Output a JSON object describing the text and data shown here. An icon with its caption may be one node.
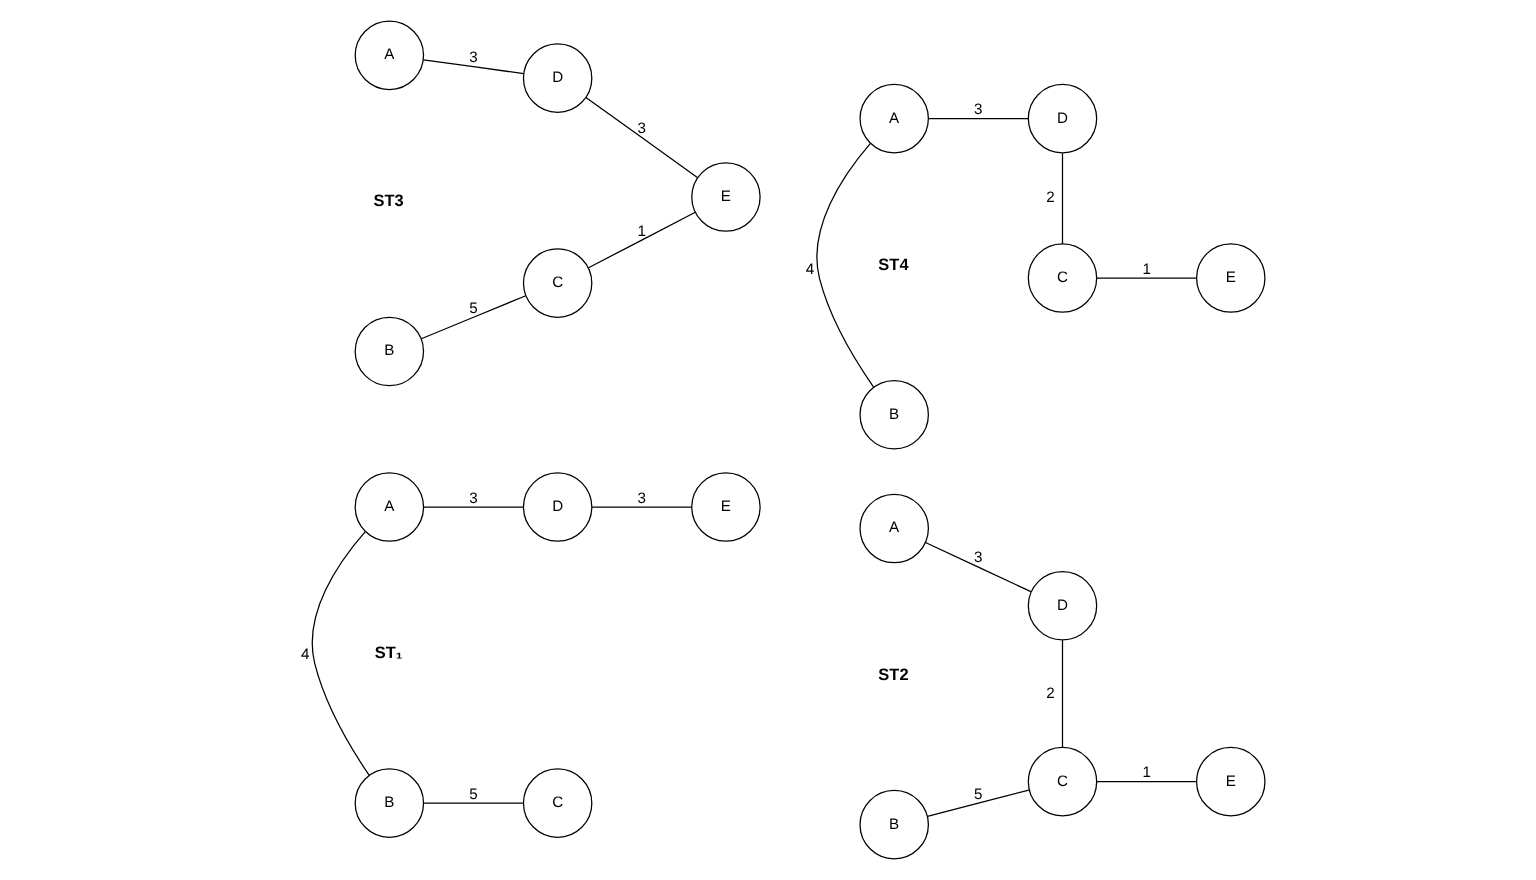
{
  "diagram": {
    "nodes": [
      {
        "text": [
          "A"
        ]
      },
      {
        "text": [
          "D"
        ]
      },
      {
        "text": [
          "E"
        ]
      },
      {
        "text": [
          "B"
        ]
      },
      {
        "text": [
          "C"
        ]
      },
      {
        "text": [
          "A"
        ]
      },
      {
        "text": [
          "D"
        ]
      },
      {
        "text": [
          "E"
        ]
      },
      {
        "text": [
          "B"
        ]
      },
      {
        "text": [
          "C"
        ]
      },
      {
        "text": [
          "A"
        ]
      },
      {
        "text": [
          "D"
        ]
      },
      {
        "text": [
          "E"
        ]
      },
      {
        "text": [
          "B"
        ]
      },
      {
        "text": [
          "C"
        ]
      },
      {
        "text": [
          "A"
        ]
      },
      {
        "text": [
          "D"
        ]
      },
      {
        "text": [
          "E"
        ]
      },
      {
        "text": [
          "B"
        ]
      },
      {
        "text": [
          "C"
        ]
      }
    ],
    "edges": [
      {
        "from": 0,
        "to": 1,
        "arrow": "none",
        "label": "3"
      },
      {
        "from": 1,
        "to": 2,
        "arrow": "none",
        "label": "3"
      },
      {
        "from": 0,
        "to": 3,
        "arrow": "none",
        "label": "4"
      },
      {
        "from": 3,
        "to": 4,
        "arrow": "none",
        "label": "5"
      },
      {
        "from": 5,
        "to": 6,
        "arrow": "none",
        "label": "3"
      },
      {
        "from": 6,
        "to": 9,
        "arrow": "none",
        "label": "2"
      },
      {
        "from": 8,
        "to": 9,
        "arrow": "none",
        "label": "5"
      },
      {
        "from": 9,
        "to": 7,
        "arrow": "none",
        "label": "1"
      },
      {
        "from": 10,
        "to": 11,
        "arrow": "none",
        "label": "3"
      },
      {
        "from": 11,
        "to": 12,
        "arrow": "none",
        "label": "3"
      },
      {
        "from": 13,
        "to": 14,
        "arrow": "none",
        "label": "5"
      },
      {
        "from": 14,
        "to": 12,
        "arrow": "none",
        "label": "1"
      },
      {
        "from": 15,
        "to": 16,
        "arrow": "none",
        "label": "3"
      },
      {
        "from": 15,
        "to": 18,
        "arrow": "none",
        "label": "4"
      },
      {
        "from": 16,
        "to": 19,
        "arrow": "none",
        "label": "2"
      },
      {
        "from": 19,
        "to": 17,
        "arrow": "none",
        "label": "1"
      }
    ],
    "labels": [
      "ST₁",
      "ST2",
      "ST3",
      "ST4"
    ]
  }
}
